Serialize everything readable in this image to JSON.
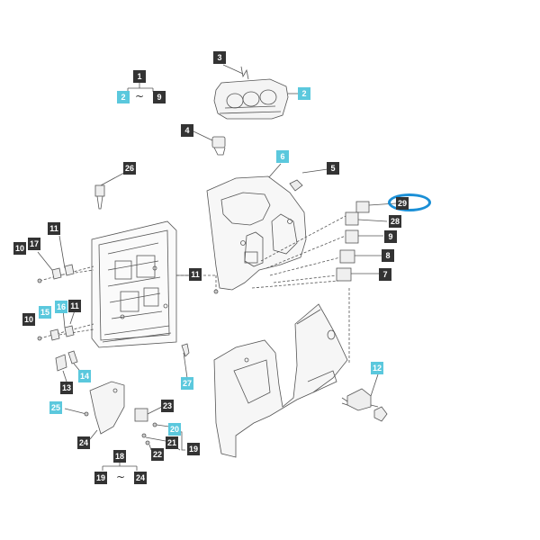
{
  "colors": {
    "callout_dark": "#333333",
    "callout_cyan": "#5bc8dd",
    "highlight_ring": "#1a8fd6",
    "line_art": "#555555"
  },
  "range_groups": [
    {
      "parent": "1",
      "from": "2",
      "to": "9",
      "separator": "~"
    },
    {
      "parent": "18",
      "from": "19",
      "to": "24",
      "separator": "~"
    }
  ],
  "callouts": {
    "c1": "1",
    "c2a": "2",
    "c9a": "9",
    "c3": "3",
    "c2b": "2",
    "c4": "4",
    "c6": "6",
    "c5": "5",
    "c29": "29",
    "c28": "28",
    "c9b": "9",
    "c8": "8",
    "c7": "7",
    "c26": "26",
    "c11a": "11",
    "c17": "17",
    "c10a": "10",
    "c16": "16",
    "c11b": "11",
    "c15": "15",
    "c10b": "10",
    "c11c": "11",
    "c14": "14",
    "c13": "13",
    "c27": "27",
    "c12": "12",
    "c25": "25",
    "c23": "23",
    "c20": "20",
    "c21": "21",
    "c19a": "19",
    "c22": "22",
    "c24a": "24",
    "c18": "18",
    "c19b": "19",
    "c24b": "24"
  },
  "highlighted_callout": "29"
}
